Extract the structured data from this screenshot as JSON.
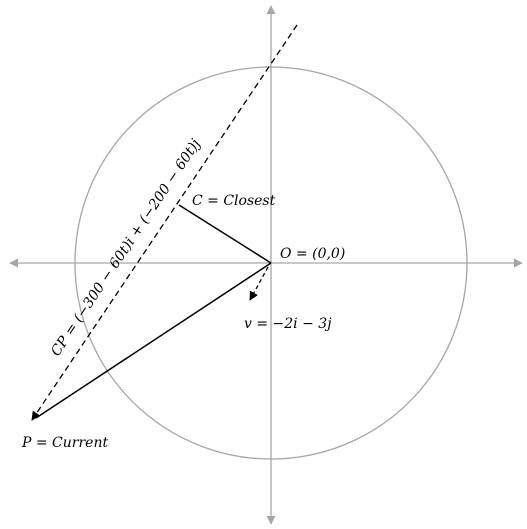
{
  "diagram": {
    "labels": {
      "closest": "C  =  Closest",
      "origin": "O  =  (0,0)",
      "velocity": "v  = −2i − 3j",
      "current": "P  =  Current",
      "path": "CP = (−300 − 60t)i + (−200 − 60t)j"
    },
    "colors": {
      "axis": "#a6a6a6",
      "circle": "#a6a6a6",
      "vector": "#000000"
    }
  }
}
